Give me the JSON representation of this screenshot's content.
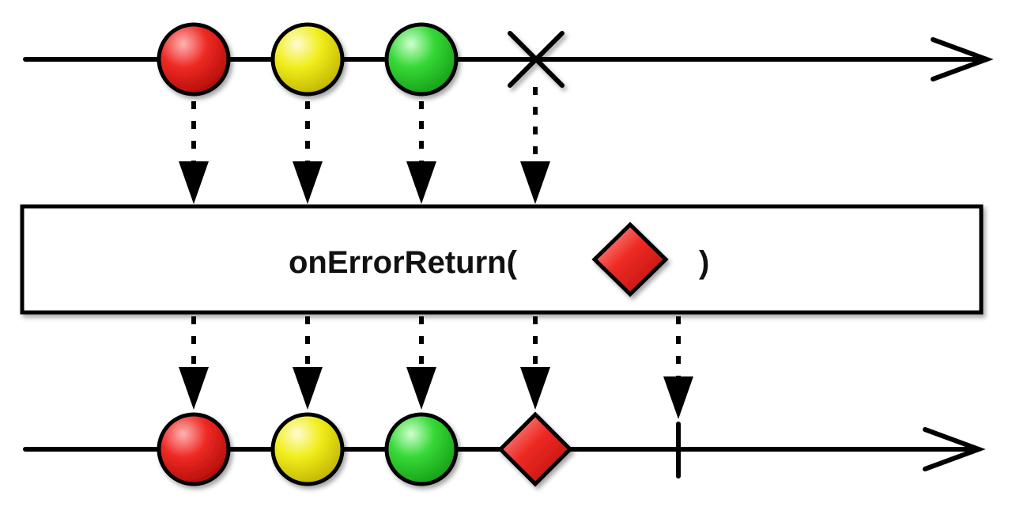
{
  "operator": {
    "name": "onErrorReturn(",
    "close": ")"
  },
  "colors": {
    "red": "#e8221e",
    "yellow": "#ecec1a",
    "green": "#2fd52f",
    "stroke": "#000000"
  },
  "source": {
    "items": [
      "red-marble",
      "yellow-marble",
      "green-marble"
    ],
    "terminal": "error"
  },
  "result": {
    "items": [
      "red-marble",
      "yellow-marble",
      "green-marble",
      "red-diamond"
    ],
    "terminal": "completion"
  },
  "operator_argument": "red-diamond"
}
